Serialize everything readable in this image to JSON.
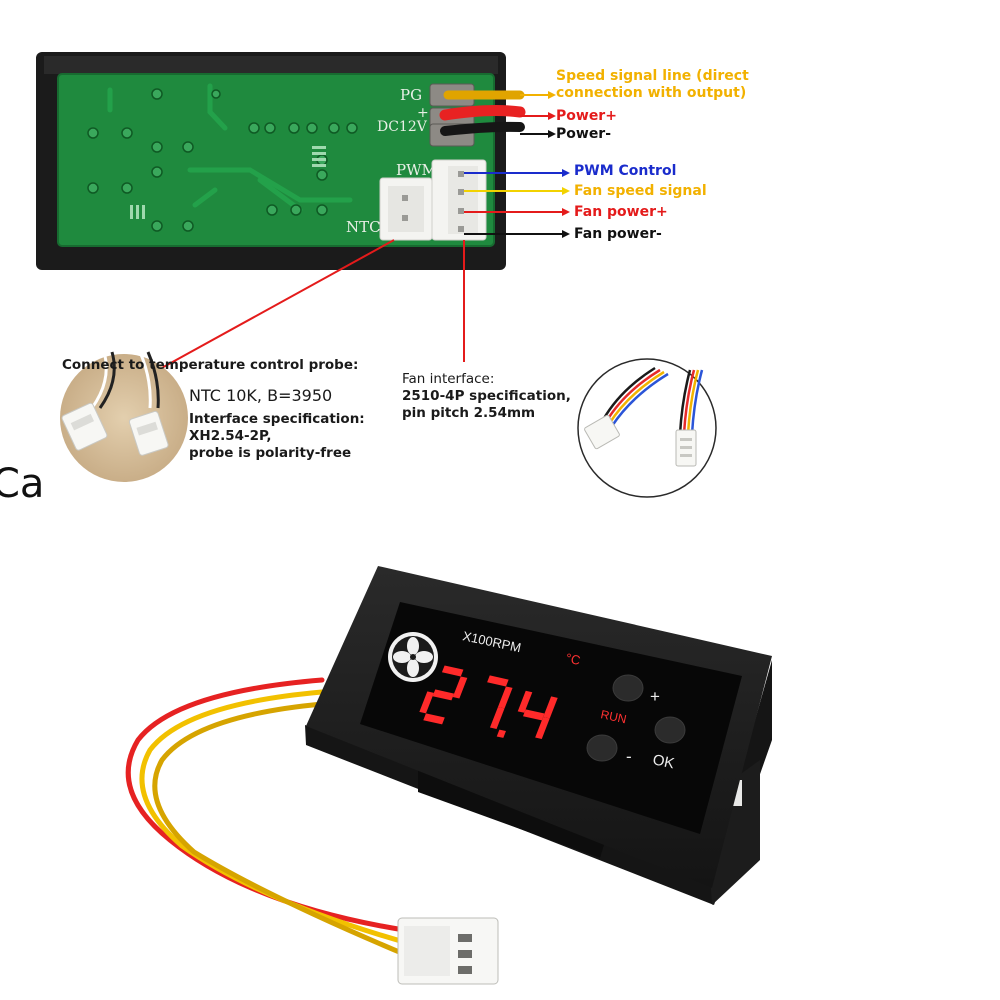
{
  "pcb": {
    "silk_pg": "PG",
    "silk_dc": "DC12V",
    "silk_plus": "+",
    "silk_pwm": "PWM",
    "silk_ntc": "NTC"
  },
  "callouts": {
    "speed_line_1": "Speed signal line (direct",
    "speed_line_2": "connection with output)",
    "power_plus": "Power+",
    "power_minus": "Power-",
    "pwm_control": "PWM Control",
    "fan_speed_signal": "Fan speed signal",
    "fan_power_plus": "Fan power+",
    "fan_power_minus": "Fan power-"
  },
  "ntc_note": {
    "heading": "Connect to temperature control probe:",
    "spec": "NTC 10K, B=3950",
    "line1": "Interface specification:",
    "line2": "XH2.54-2P,",
    "line3": "probe is polarity-free"
  },
  "fan_note": {
    "line1": "Fan interface:",
    "line2": "2510-4P specification,",
    "line3": "pin pitch 2.54mm"
  },
  "clipped_text": "Ca",
  "device": {
    "unit_label": "X100RPM",
    "celsius": "°C",
    "display_value": "27.4",
    "run_label": "RUN",
    "plus_label": "+",
    "minus_label": "-",
    "ok_label": "OK"
  },
  "colors": {
    "speed": "#f2b100",
    "power_plus": "#e41b1b",
    "power_minus": "#111111",
    "pwm": "#1a2ccc",
    "pcb_green": "#1f8a3e",
    "display_red": "#ff2a2a"
  }
}
